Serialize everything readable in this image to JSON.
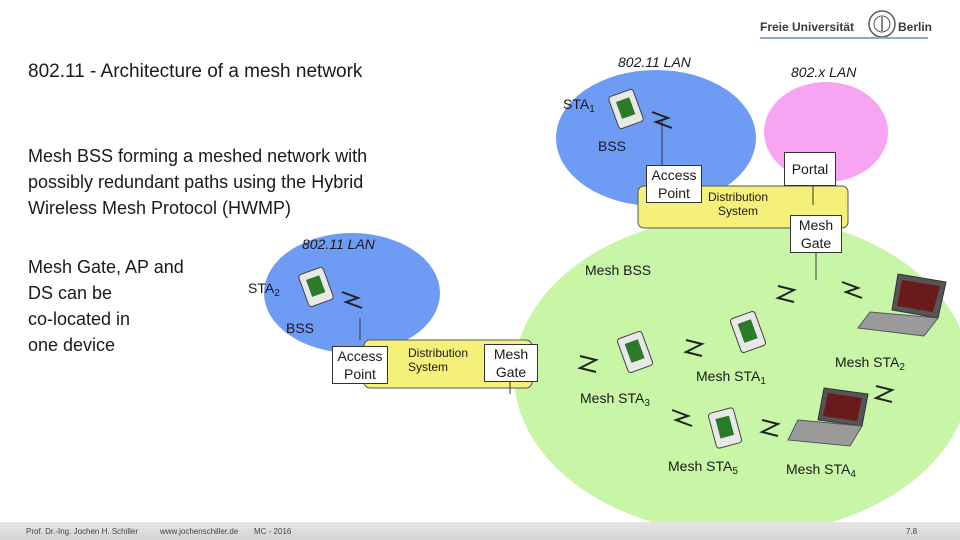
{
  "logo": {
    "left_text": "Freie Universität",
    "right_text": "Berlin"
  },
  "title": "802.11 - Architecture of a mesh network",
  "description": "Mesh BSS forming a meshed network with possibly redundant paths using the Hybrid Wireless Mesh Protocol (HWMP)",
  "colocated_note": {
    "lines": [
      "Mesh Gate, AP and",
      "DS can be",
      "co-located in",
      "one device"
    ]
  },
  "top_diagram": {
    "lan_label": "802.11 LAN",
    "xlan_label": "802.x LAN",
    "sta_label": "STA",
    "sta_sub": "1",
    "bss_label": "BSS",
    "access_point": [
      "Access",
      "Point"
    ],
    "distribution_system": [
      "Distribution",
      "System"
    ],
    "portal": "Portal",
    "mesh_gate": [
      "Mesh",
      "Gate"
    ]
  },
  "left_diagram": {
    "lan_label": "802.11 LAN",
    "sta_label": "STA",
    "sta_sub": "2",
    "bss_label": "BSS",
    "access_point": [
      "Access",
      "Point"
    ],
    "distribution_system": [
      "Distribution",
      "System"
    ],
    "mesh_gate": [
      "Mesh",
      "Gate"
    ]
  },
  "mesh_area": {
    "mesh_bss_label": "Mesh BSS",
    "stations": [
      {
        "label": "Mesh STA",
        "sub": "1"
      },
      {
        "label": "Mesh STA",
        "sub": "2"
      },
      {
        "label": "Mesh STA",
        "sub": "3"
      },
      {
        "label": "Mesh STA",
        "sub": "4"
      },
      {
        "label": "Mesh STA",
        "sub": "5"
      }
    ]
  },
  "footer": {
    "author": "Prof. Dr.-Ing. Jochen H. Schiller",
    "website": "www.jochenschiller.de",
    "course": "MC - 2016",
    "page": "7.8"
  },
  "colors": {
    "bss_blue": "#6e9cf5",
    "lan_pink": "#f7a4f2",
    "mesh_green": "#c9f5a6",
    "ds_yellow": "#f5f07a"
  }
}
